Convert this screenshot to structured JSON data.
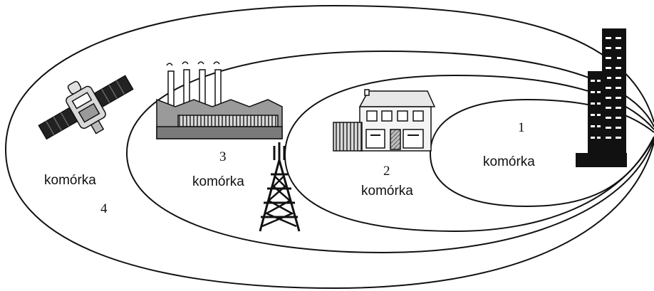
{
  "cells": [
    {
      "number": "1",
      "label": "komórka",
      "icon": "skyscraper-icon"
    },
    {
      "number": "2",
      "label": "komórka",
      "icon": "house-icon"
    },
    {
      "number": "3",
      "label": "komórka",
      "icon": "factory-icon"
    },
    {
      "number": "4",
      "label": "komórka",
      "icon": "satellite-icon"
    }
  ],
  "extra_icons": [
    "radio-tower-icon"
  ],
  "colors": {
    "line": "#111111",
    "background": "#ffffff",
    "fill_gray": "#9a9a9a"
  }
}
